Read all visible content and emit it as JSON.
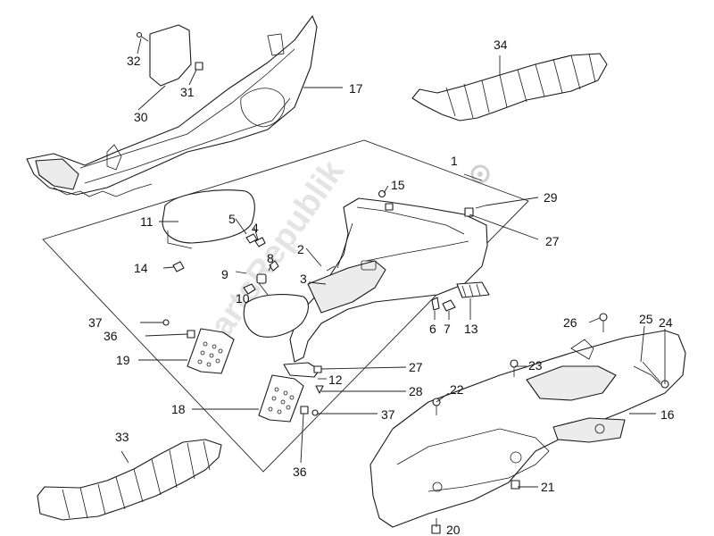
{
  "diagram": {
    "watermark_text": "PartsRepublik",
    "callouts": [
      {
        "id": "c1",
        "label": "1"
      },
      {
        "id": "c2",
        "label": "2"
      },
      {
        "id": "c3",
        "label": "3"
      },
      {
        "id": "c4",
        "label": "4"
      },
      {
        "id": "c5",
        "label": "5"
      },
      {
        "id": "c6",
        "label": "6"
      },
      {
        "id": "c7",
        "label": "7"
      },
      {
        "id": "c8",
        "label": "8"
      },
      {
        "id": "c9",
        "label": "9"
      },
      {
        "id": "c10",
        "label": "10"
      },
      {
        "id": "c11",
        "label": "11"
      },
      {
        "id": "c12",
        "label": "12"
      },
      {
        "id": "c13",
        "label": "13"
      },
      {
        "id": "c14",
        "label": "14"
      },
      {
        "id": "c15",
        "label": "15"
      },
      {
        "id": "c16",
        "label": "16"
      },
      {
        "id": "c17",
        "label": "17"
      },
      {
        "id": "c18",
        "label": "18"
      },
      {
        "id": "c19",
        "label": "19"
      },
      {
        "id": "c20",
        "label": "20"
      },
      {
        "id": "c21",
        "label": "21"
      },
      {
        "id": "c22",
        "label": "22"
      },
      {
        "id": "c23",
        "label": "23"
      },
      {
        "id": "c24",
        "label": "24"
      },
      {
        "id": "c25",
        "label": "25"
      },
      {
        "id": "c26",
        "label": "26"
      },
      {
        "id": "c27a",
        "label": "27"
      },
      {
        "id": "c27b",
        "label": "27"
      },
      {
        "id": "c28",
        "label": "28"
      },
      {
        "id": "c29",
        "label": "29"
      },
      {
        "id": "c30",
        "label": "30"
      },
      {
        "id": "c31",
        "label": "31"
      },
      {
        "id": "c32",
        "label": "32"
      },
      {
        "id": "c33",
        "label": "33"
      },
      {
        "id": "c34",
        "label": "34"
      },
      {
        "id": "c36a",
        "label": "36"
      },
      {
        "id": "c36b",
        "label": "36"
      },
      {
        "id": "c37a",
        "label": "37"
      },
      {
        "id": "c37b",
        "label": "37"
      }
    ]
  }
}
